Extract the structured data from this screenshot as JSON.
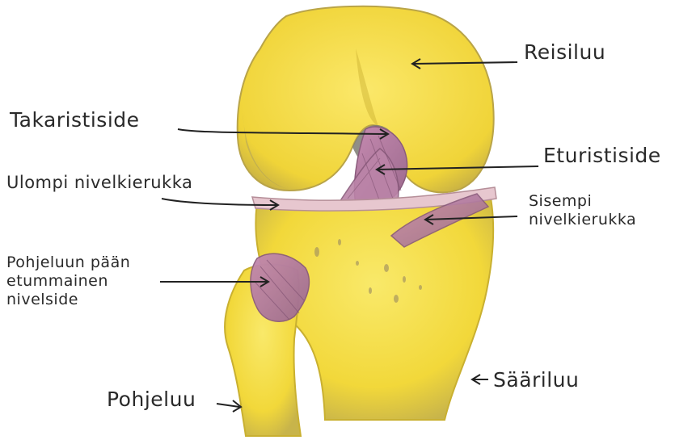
{
  "labels": {
    "reisiluu": "Reisiluu",
    "takaristiside": "Takaristiside",
    "eturistiside": "Eturistiside",
    "ulompi_nivelkierukka": "Ulompi nivelkierukka",
    "sisempi_nivelkierukka": [
      "Sisempi",
      "nivelkierukka"
    ],
    "pohjeluun_paan": [
      "Pohjeluun pään",
      "etummainen",
      "nivelside"
    ],
    "saariluu": "Sääriluu",
    "pohjeluu": "Pohjeluu"
  },
  "colors": {
    "bone": "#f5de3a",
    "bone_shade": "#c9b030",
    "ligament": "#b77fa3",
    "meniscus": "#e8c8cf",
    "ink": "#2a2a2a"
  }
}
